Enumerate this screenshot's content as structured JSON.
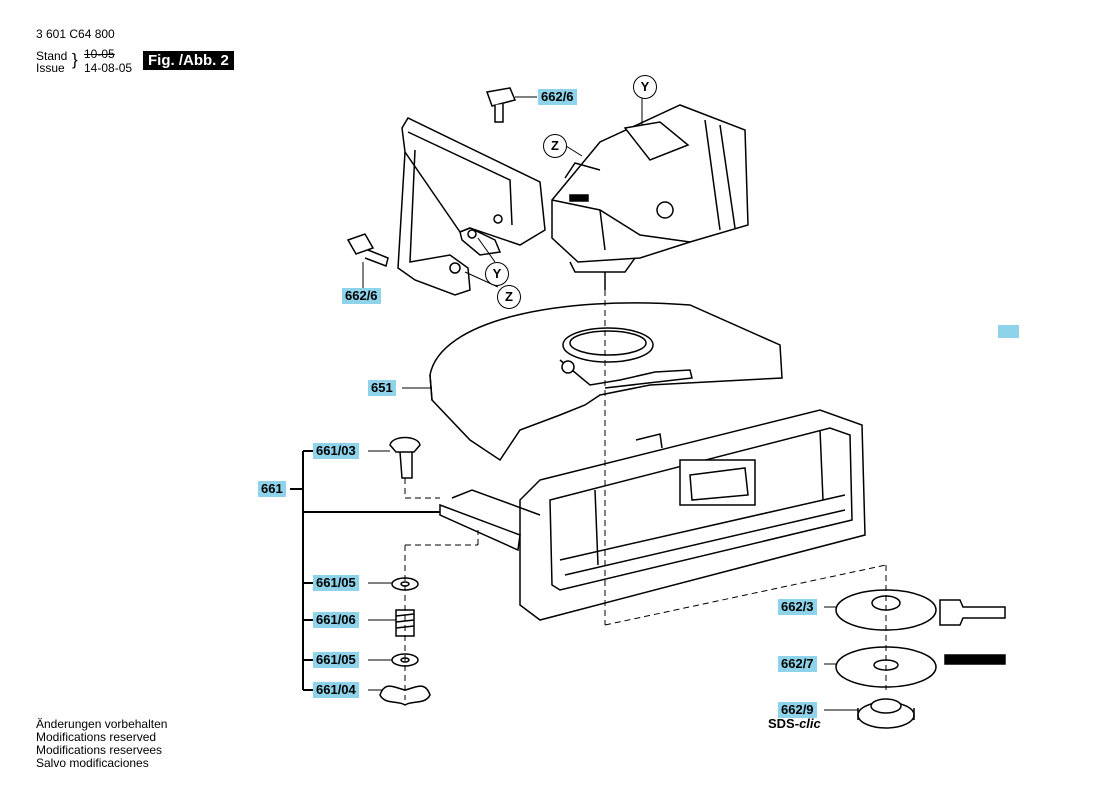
{
  "header": {
    "doc_number": "3 601 C64 800",
    "stand_label": "Stand",
    "stand_date": "10-05",
    "issue_label": "Issue",
    "issue_date": "14-08-05",
    "figure": "Fig. /Abb. 2"
  },
  "parts": {
    "p662_6_top": "662/6",
    "p662_6_left": "662/6",
    "p651": "651",
    "p661": "661",
    "p661_03": "661/03",
    "p661_05_a": "661/05",
    "p661_06": "661/06",
    "p661_05_b": "661/05",
    "p661_04": "661/04",
    "p662_3": "662/3",
    "p662_7": "662/7",
    "p662_9": "662/9"
  },
  "sds": {
    "prefix": "SDS-",
    "suffix": "clic"
  },
  "callouts": {
    "y": "Y",
    "z": "Z"
  },
  "footer": [
    "Änderungen vorbehalten",
    "Modifications reserved",
    "Modifications reservees",
    "Salvo modificaciones"
  ],
  "accent_color": "#8fd3ea"
}
